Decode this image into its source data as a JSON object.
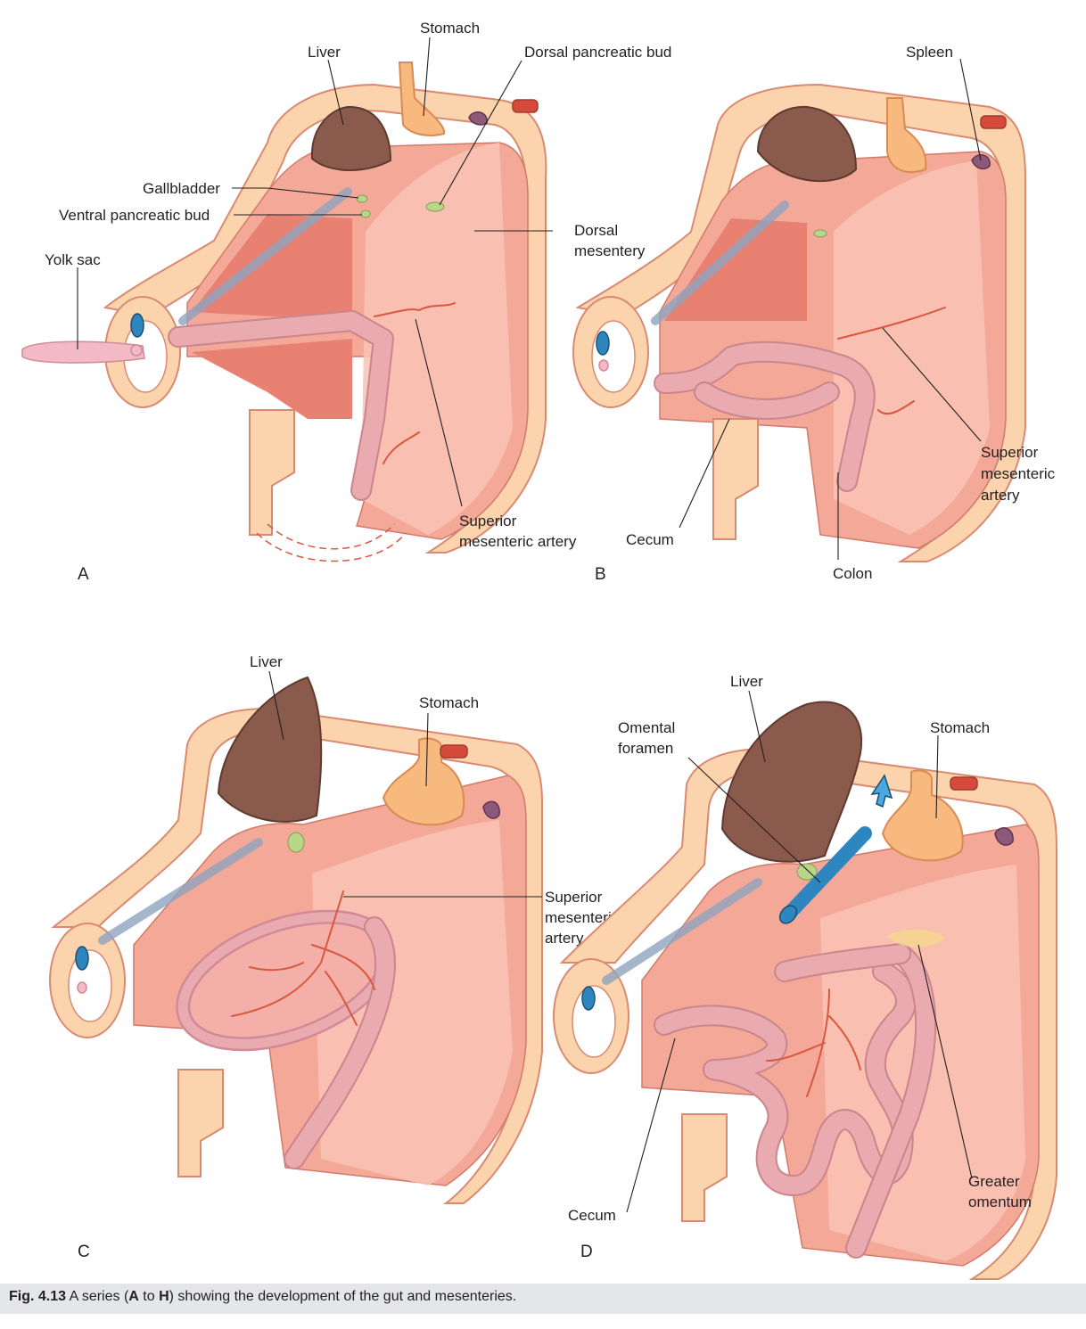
{
  "panels": [
    {
      "letter": "A",
      "labels": {
        "stomach": "Stomach",
        "liver": "Liver",
        "dorsal_pancreatic_bud": "Dorsal pancreatic bud",
        "gallbladder": "Gallbladder",
        "ventral_pancreatic_bud": "Ventral pancreatic bud",
        "yolk_sac": "Yolk sac",
        "dorsal_mesentery_1": "Dorsal",
        "dorsal_mesentery_2": "mesentery",
        "sma_1": "Superior",
        "sma_2": "mesenteric artery"
      }
    },
    {
      "letter": "B",
      "labels": {
        "spleen": "Spleen",
        "sma_1": "Superior",
        "sma_2": "mesenteric",
        "sma_3": "artery",
        "cecum": "Cecum",
        "colon": "Colon"
      }
    },
    {
      "letter": "C",
      "labels": {
        "liver": "Liver",
        "stomach": "Stomach",
        "sma_1": "Superior",
        "sma_2": "mesenteric",
        "sma_3": "artery"
      }
    },
    {
      "letter": "D",
      "labels": {
        "liver": "Liver",
        "omental_1": "Omental",
        "omental_2": "foramen",
        "stomach": "Stomach",
        "cecum": "Cecum",
        "greater_omentum_1": "Greater",
        "greater_omentum_2": "omentum"
      }
    }
  ],
  "caption": {
    "fig_label": "Fig. 4.13",
    "text_1": "A series (",
    "bold_a": "A",
    "text_2": " to ",
    "bold_h": "H",
    "text_3": ") showing the development of the gut and mesenteries."
  }
}
